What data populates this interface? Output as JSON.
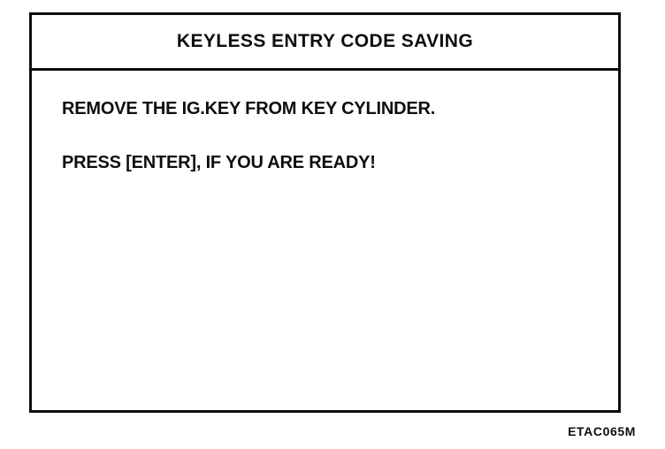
{
  "screen": {
    "title": "KEYLESS ENTRY CODE SAVING",
    "lines": {
      "0": "REMOVE THE IG.KEY FROM KEY CYLINDER.",
      "1": "PRESS [ENTER], IF YOU ARE READY!"
    }
  },
  "figure_code": "ETAC065M",
  "colors": {
    "ink": "#0d0d0d",
    "background": "#ffffff"
  }
}
